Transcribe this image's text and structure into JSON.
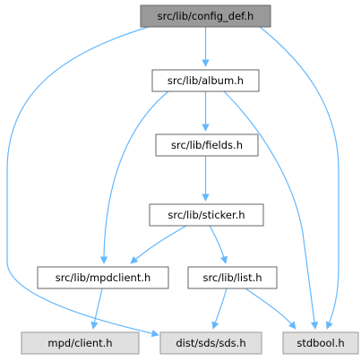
{
  "diagram": {
    "colors": {
      "edge": "#63b8ff",
      "node_border": "#666666",
      "root_fill": "#999999",
      "root_border": "#666666",
      "internal_fill": "#ffffff",
      "external_fill": "#e0e0e0",
      "external_border": "#999999"
    },
    "nodes": [
      {
        "id": "config_def",
        "label": "src/lib/config_def.h",
        "kind": "root"
      },
      {
        "id": "album",
        "label": "src/lib/album.h",
        "kind": "internal"
      },
      {
        "id": "fields",
        "label": "src/lib/fields.h",
        "kind": "internal"
      },
      {
        "id": "sticker",
        "label": "src/lib/sticker.h",
        "kind": "internal"
      },
      {
        "id": "mpdclient",
        "label": "src/lib/mpdclient.h",
        "kind": "internal"
      },
      {
        "id": "list",
        "label": "src/lib/list.h",
        "kind": "internal"
      },
      {
        "id": "mpd_client",
        "label": "mpd/client.h",
        "kind": "external"
      },
      {
        "id": "sds",
        "label": "dist/sds/sds.h",
        "kind": "external"
      },
      {
        "id": "stdbool",
        "label": "stdbool.h",
        "kind": "external"
      }
    ],
    "edges": [
      {
        "from": "config_def",
        "to": "album"
      },
      {
        "from": "config_def",
        "to": "sds"
      },
      {
        "from": "config_def",
        "to": "stdbool"
      },
      {
        "from": "album",
        "to": "fields"
      },
      {
        "from": "album",
        "to": "mpdclient"
      },
      {
        "from": "album",
        "to": "stdbool"
      },
      {
        "from": "fields",
        "to": "sticker"
      },
      {
        "from": "sticker",
        "to": "mpdclient"
      },
      {
        "from": "sticker",
        "to": "list"
      },
      {
        "from": "mpdclient",
        "to": "mpd_client"
      },
      {
        "from": "list",
        "to": "sds"
      },
      {
        "from": "list",
        "to": "stdbool"
      }
    ]
  }
}
